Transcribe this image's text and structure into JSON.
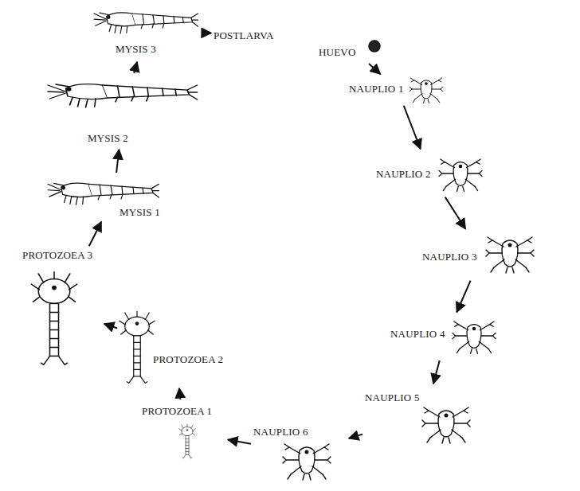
{
  "diagram": {
    "nodes": [
      {
        "text": [
          "HUEVO"
        ]
      },
      {
        "text": [
          "NAUPLIO 1"
        ]
      },
      {
        "text": [
          "NAUPLIO 2"
        ]
      },
      {
        "text": [
          "NAUPLIO 3"
        ]
      },
      {
        "text": [
          "NAUPLIO 4"
        ]
      },
      {
        "text": [
          "NAUPLIO 5"
        ]
      },
      {
        "text": [
          "NAUPLIO 6"
        ]
      },
      {
        "text": [
          "PROTOZOEA 1"
        ]
      },
      {
        "text": [
          "PROTOZOEA 2"
        ]
      },
      {
        "text": [
          "PROTOZOEA 3"
        ]
      },
      {
        "text": [
          "MYSIS 1"
        ]
      },
      {
        "text": [
          "MYSIS 2"
        ]
      },
      {
        "text": [
          "MYSIS 3"
        ]
      },
      {
        "text": [
          "POSTLARVA"
        ]
      }
    ],
    "edges": [
      {
        "from": 0,
        "to": 1,
        "arrow": "to"
      },
      {
        "from": 1,
        "to": 2,
        "arrow": "to"
      },
      {
        "from": 2,
        "to": 3,
        "arrow": "to"
      },
      {
        "from": 3,
        "to": 4,
        "arrow": "to"
      },
      {
        "from": 4,
        "to": 5,
        "arrow": "to"
      },
      {
        "from": 5,
        "to": 6,
        "arrow": "to"
      },
      {
        "from": 6,
        "to": 7,
        "arrow": "to"
      },
      {
        "from": 7,
        "to": 8,
        "arrow": "to"
      },
      {
        "from": 8,
        "to": 9,
        "arrow": "to"
      },
      {
        "from": 9,
        "to": 10,
        "arrow": "to"
      },
      {
        "from": 10,
        "to": 11,
        "arrow": "to"
      },
      {
        "from": 11,
        "to": 12,
        "arrow": "to"
      },
      {
        "from": 12,
        "to": 13,
        "arrow": "to"
      }
    ]
  }
}
